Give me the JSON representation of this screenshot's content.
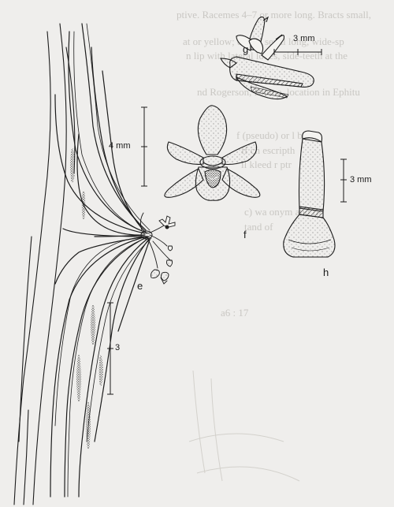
{
  "figure": {
    "panel_labels": {
      "e": "e",
      "f": "f",
      "g": "g",
      "h": "h"
    },
    "scale_bars": {
      "f": "4 mm",
      "g": "3 mm",
      "h": "3 mm",
      "e": "3"
    }
  },
  "bleed_through": [
    "ptive. Racemes 4–7 or more long. Bracts small,",
    "at or yellow; dorsal sepal long, wide-sp",
    "n lip with lateral lobes, side-teeth at the",
    "nd Rogerson, Blume, location in Ephitu",
    "f (pseudo) or l bec",
    "ff ch escripth",
    "ll kleed r ptr",
    "c) wa onym and rh",
    "tand of",
    "a6 : 17"
  ]
}
